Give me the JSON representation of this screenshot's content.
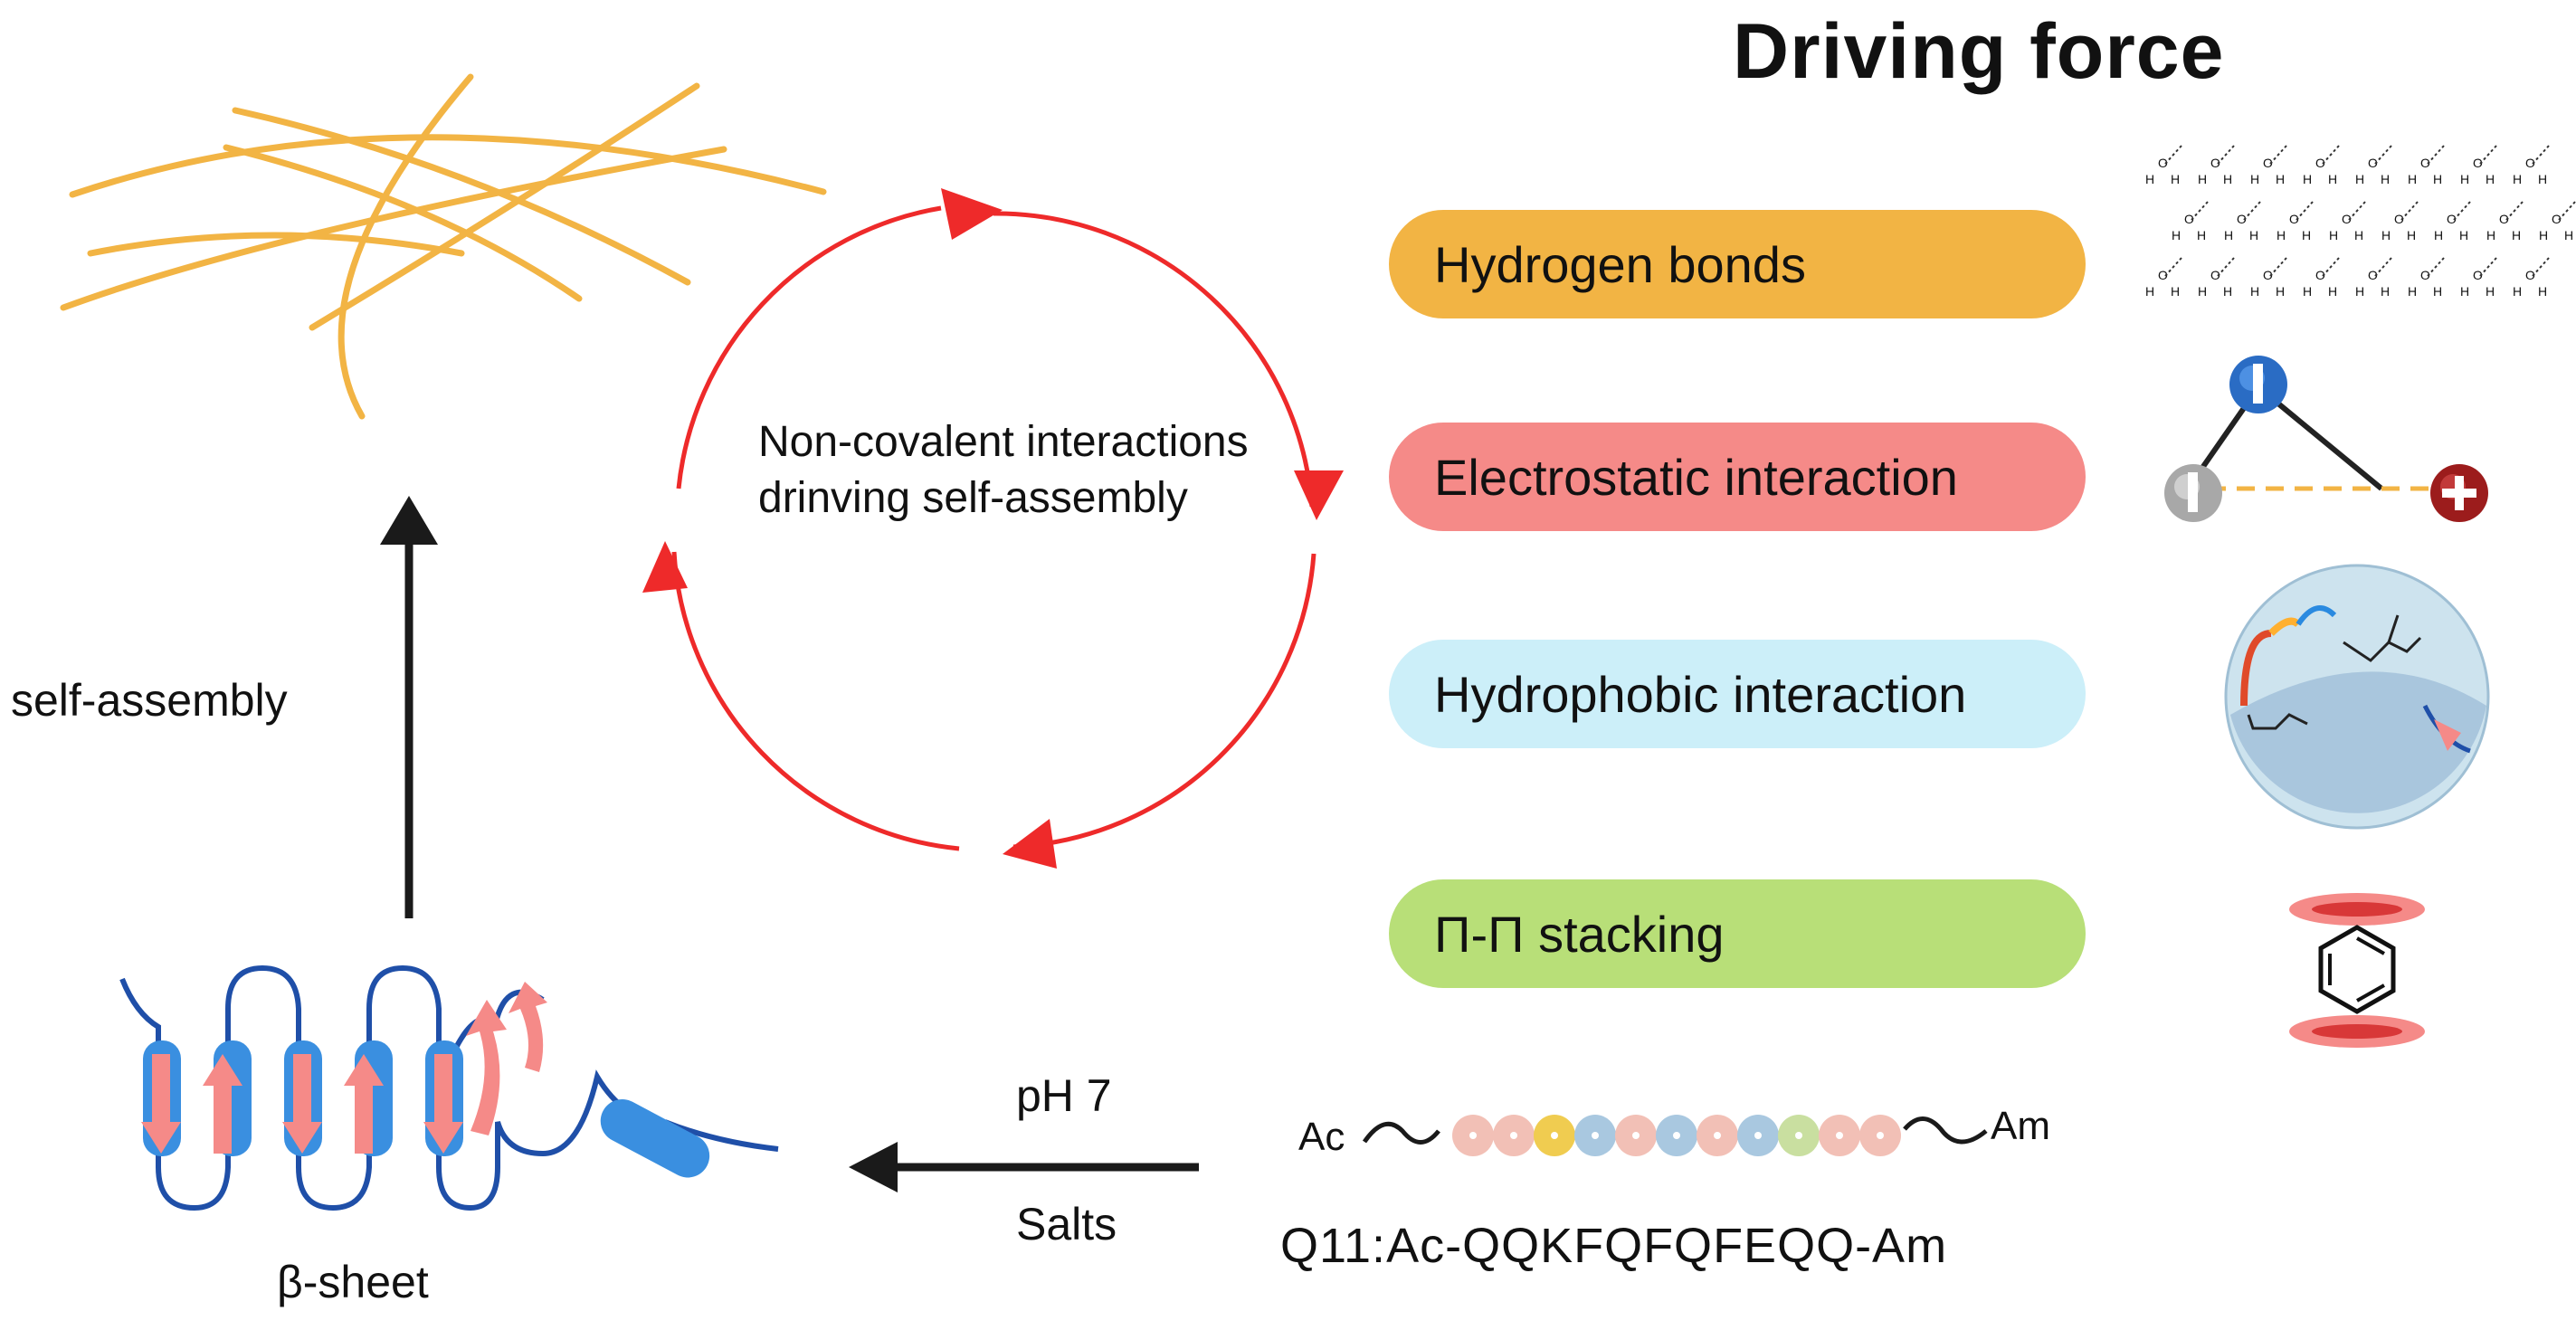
{
  "title": "Driving force",
  "center_label": "Non-covalent interactions drinving self-assembly",
  "self_assembly_label": "self-assembly",
  "beta_sheet_label": "β-sheet",
  "condition_ph": "pH 7",
  "condition_salts": "Salts",
  "peptide": {
    "n_terminus": "Ac",
    "c_terminus": "Am",
    "sequence_label": "Q11:Ac-QQKFQFQFEQQ-Am",
    "bead_colors": [
      "#f2c0b6",
      "#f2c0b6",
      "#f0cc50",
      "#a9c8e0",
      "#f2c0b6",
      "#a9c8e0",
      "#f2c0b6",
      "#a9c8e0",
      "#c9dfa0",
      "#f2c0b6",
      "#f2c0b6"
    ]
  },
  "forces": [
    {
      "label": "Hydrogen bonds",
      "color": "#f2b444",
      "icon": "water-network-icon"
    },
    {
      "label": "Electrostatic interaction",
      "color": "#f58a88",
      "icon": "charge-triangle-icon"
    },
    {
      "label": "Hydrophobic interaction",
      "color": "#cceff9",
      "icon": "hydrophobic-sphere-icon"
    },
    {
      "label": "Π-Π stacking",
      "color": "#b8df78",
      "icon": "benzene-stack-icon"
    }
  ],
  "colors": {
    "cycle": "#ee2a2a",
    "fiber": "#f2b444",
    "helix": "#3a8fe0",
    "strand": "#f58a88",
    "backbone": "#1f4fa8",
    "arrow": "#1a1a1a"
  }
}
